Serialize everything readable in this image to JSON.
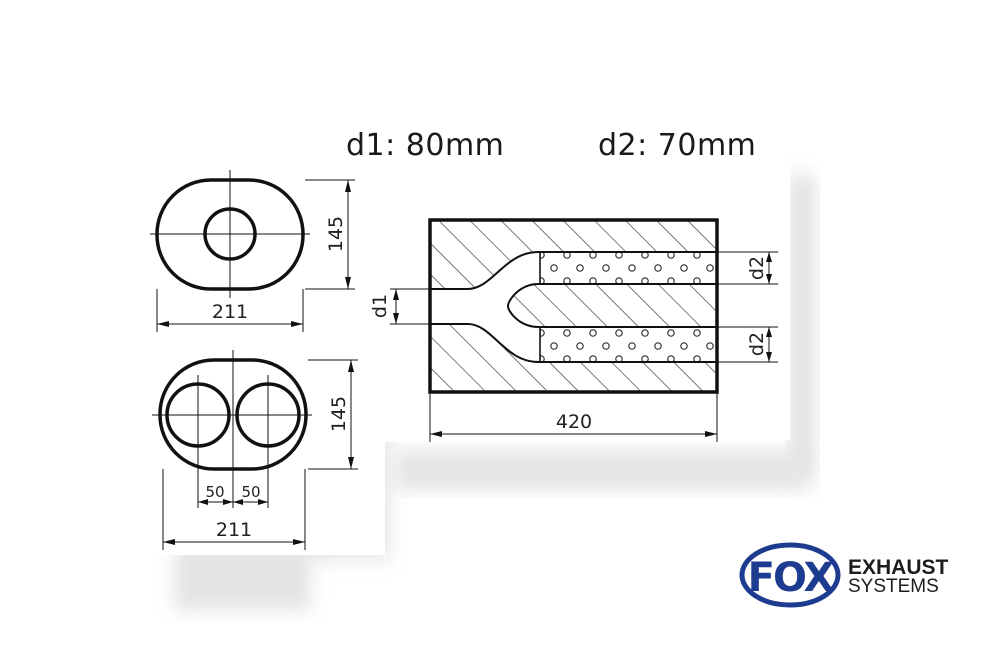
{
  "specs": {
    "d1": "d1: 80mm",
    "d2": "d2: 70mm"
  },
  "single_view": {
    "height": "145",
    "width": "211"
  },
  "dual_view": {
    "height": "145",
    "width": "211",
    "offset_left": "50",
    "offset_right": "50"
  },
  "side_view": {
    "length": "420",
    "inlet_label": "d1",
    "outlet_top_label": "d2",
    "outlet_bottom_label": "d2"
  },
  "logo": {
    "mark": "FOX",
    "line1": "EXHAUST",
    "line2": "SYSTEMS",
    "brand_blue": "#1d3b8f",
    "brand_red": "#e2231a"
  }
}
